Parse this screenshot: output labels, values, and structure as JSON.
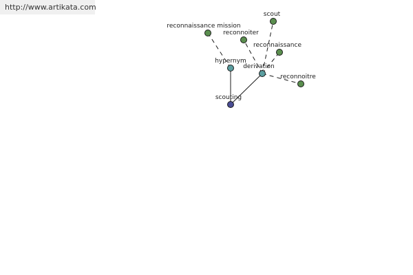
{
  "watermark": {
    "text": "http://www.artikata.com"
  },
  "colors": {
    "leaf": "#5b8f4f",
    "relation": "#5b9ea0",
    "root": "#4a4d94"
  },
  "graph": {
    "nodes": {
      "scouting": {
        "label": "scouting",
        "kind": "root"
      },
      "hypernym": {
        "label": "hypernym",
        "kind": "relation"
      },
      "derivation": {
        "label": "derivation",
        "kind": "relation"
      },
      "reconnaissance_mission": {
        "label": "reconnaissance mission",
        "kind": "leaf"
      },
      "scout": {
        "label": "scout",
        "kind": "leaf"
      },
      "reconnoiter": {
        "label": "reconnoiter",
        "kind": "leaf"
      },
      "reconnaissance": {
        "label": "reconnaissance",
        "kind": "leaf"
      },
      "reconnoitre": {
        "label": "reconnoitre",
        "kind": "leaf"
      }
    }
  }
}
